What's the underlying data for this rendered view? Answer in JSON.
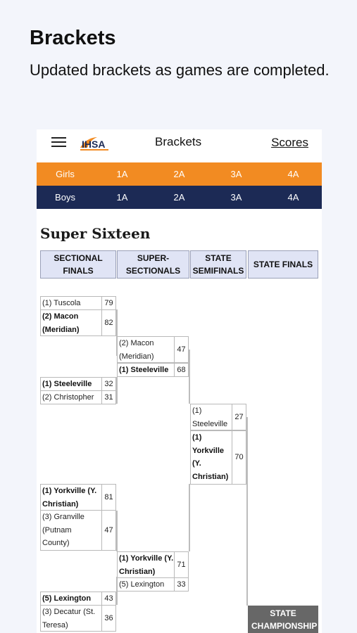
{
  "promo": {
    "title": "Brackets",
    "subtitle": "Updated brackets as games are completed."
  },
  "topbar": {
    "logo_text": "IHSA",
    "title": "Brackets",
    "scores_label": "Scores"
  },
  "nav": {
    "girls": {
      "label": "Girls",
      "classes": [
        "1A",
        "2A",
        "3A",
        "4A"
      ]
    },
    "boys": {
      "label": "Boys",
      "classes": [
        "1A",
        "2A",
        "3A",
        "4A"
      ]
    }
  },
  "round_title": "Super Sixteen",
  "round_headers": [
    {
      "line1": "SECTIONAL",
      "line2": "FINALS"
    },
    {
      "line1": "SUPER-",
      "line2": "SECTIONALS"
    },
    {
      "line1": "STATE",
      "line2": "SEMIFINALS"
    },
    {
      "line1": "STATE FINALS",
      "line2": ""
    }
  ],
  "sectional_finals": [
    {
      "team1": "(1) Tuscola",
      "score1": "79",
      "team2": "(2) Macon (Meridian)",
      "score2": "82",
      "winner": 2
    },
    {
      "team1": "(1) Steeleville",
      "score1": "32",
      "team2": "(2) Christopher",
      "score2": "31",
      "winner": 1
    },
    {
      "team1": "(1) Yorkville (Y. Christian)",
      "score1": "81",
      "team2": "(3) Granville (Putnam County)",
      "score2": "47",
      "winner": 1
    },
    {
      "team1": "(5) Lexington",
      "score1": "43",
      "team2": "(3) Decatur (St. Teresa)",
      "score2": "36",
      "winner": 1
    }
  ],
  "super_sectionals": [
    {
      "team1": "(2) Macon (Meridian)",
      "score1": "47",
      "team2": "(1) Steeleville",
      "score2": "68",
      "winner": 2
    },
    {
      "team1": "(1) Yorkville (Y. Christian)",
      "score1": "71",
      "team2": "(5) Lexington",
      "score2": "33",
      "winner": 1
    }
  ],
  "state_semifinals": [
    {
      "team1": "(1) Steeleville",
      "score1": "27",
      "team2": "(1) Yorkville (Y. Christian)",
      "score2": "70",
      "winner": 2
    }
  ],
  "championship_label": "STATE CHAMPIONSHIP",
  "colors": {
    "girls_bar": "#f28b22",
    "boys_bar": "#1c2a55",
    "header_cell": "#e0e4f5",
    "championship": "#676767"
  }
}
